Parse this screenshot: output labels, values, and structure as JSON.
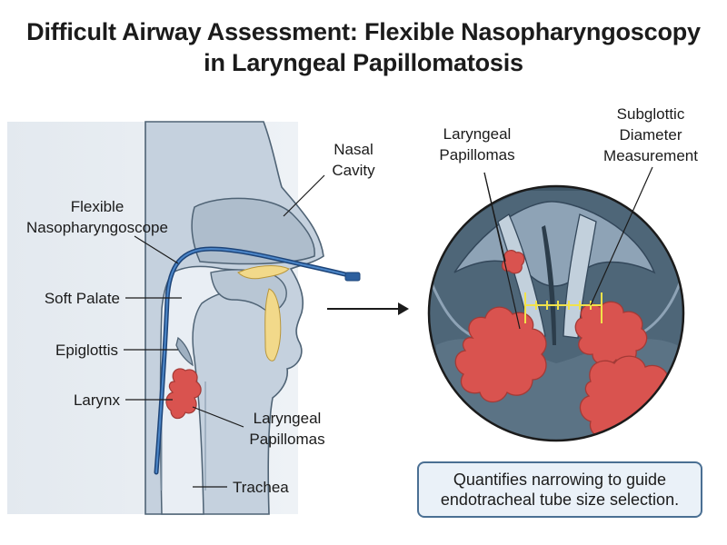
{
  "title_line1": "Difficult Airway Assessment: Flexible Nasopharyngoscopy",
  "title_line2": "in Laryngeal Papillomatosis",
  "left_labels": {
    "nasal_cavity_1": "Nasal",
    "nasal_cavity_2": "Cavity",
    "scope_1": "Flexible",
    "scope_2": "Nasopharyngoscope",
    "soft_palate": "Soft Palate",
    "epiglottis": "Epiglottis",
    "larynx": "Larynx",
    "papillomas_1": "Laryngeal",
    "papillomas_2": "Papillomas",
    "trachea": "Trachea"
  },
  "right_labels": {
    "papillomas_1": "Laryngeal",
    "papillomas_2": "Papillomas",
    "subglottic_1": "Subglottic",
    "subglottic_2": "Diameter",
    "subglottic_3": "Measurement"
  },
  "callout_line1": "Quantifies narrowing to guide",
  "callout_line2": "endotracheal tube size selection.",
  "colors": {
    "tissue": "#c5d1de",
    "tissue_stroke": "#4f6375",
    "airway": "#e9eef4",
    "scope": "#2c5f9e",
    "papilloma": "#d9534f",
    "palate": "#f2d98a",
    "scope_view_bg": "#4e6678",
    "measure": "#f1e24a",
    "callout_border": "#4a6f93"
  }
}
